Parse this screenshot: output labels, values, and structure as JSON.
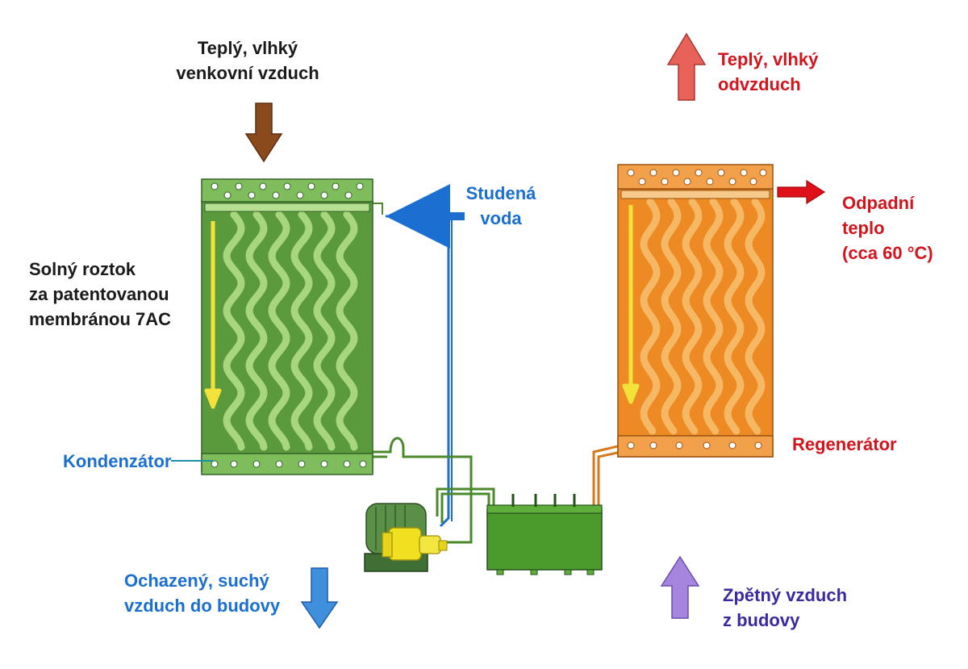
{
  "labels": {
    "outdoor_air": [
      "Teplý, vlhký",
      "venkovní vzduch"
    ],
    "exhaust_air": [
      "Teplý, vlhký",
      "odvzduch"
    ],
    "cold_water": [
      "Studená",
      "voda"
    ],
    "waste_heat": [
      "Odpadní",
      "teplo",
      "(cca 60 °C)"
    ],
    "salt_solution": [
      "Solný roztok",
      "za patentovanou",
      "membránou 7AC"
    ],
    "condenser": "Kondenzátor",
    "regenerator": "Regenerátor",
    "supply_air": [
      "Ochazený, suchý",
      "vzduch do budovy"
    ],
    "return_air": [
      "Zpětný vzduch",
      "z budovy"
    ]
  },
  "colors": {
    "conditioner_green": "#5b9a3c",
    "conditioner_channel": "#a8d67e",
    "regenerator_orange": "#ee8a24",
    "regenerator_channel": "#f5b35c",
    "flow_yellow": "#f2e23a",
    "arrow_brown": "#8a4a1c",
    "arrow_red": "#e04a3e",
    "arrow_blue": "#3f8fdd",
    "arrow_purple": "#9b7ad6",
    "water_blue": "#1b6fd0",
    "pump_yellow": "#f0e020",
    "tank_green": "#4b9a2c"
  }
}
